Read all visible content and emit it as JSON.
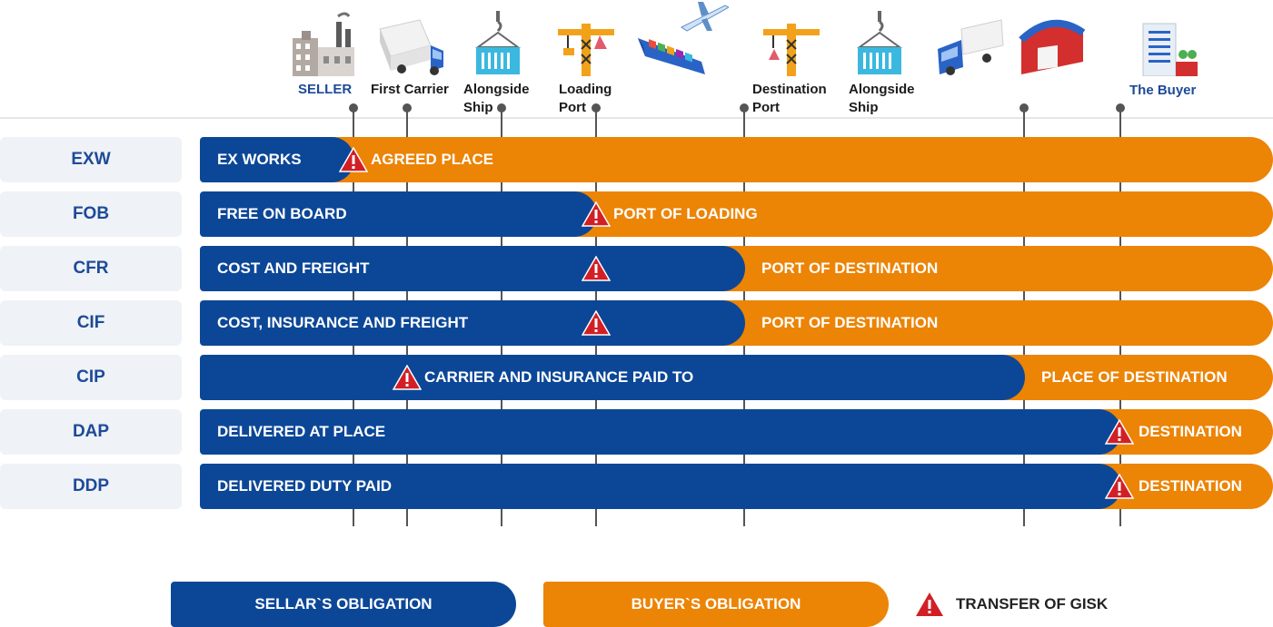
{
  "stages": [
    {
      "key": "seller",
      "label": "SELLER",
      "accent": "blue"
    },
    {
      "key": "first_carrier",
      "label": "First Carrier"
    },
    {
      "key": "alongside_ship_1",
      "label": "Alongside\nShip"
    },
    {
      "key": "loading_port",
      "label": "Loading\nPort"
    },
    {
      "key": "destination_port",
      "label": "Destination\nPort"
    },
    {
      "key": "alongside_ship_2",
      "label": "Alongside\nShip"
    },
    {
      "key": "buyer",
      "label": "The Buyer",
      "accent": "blue"
    }
  ],
  "icons": [
    "factory-icon",
    "truck-icon",
    "container-crane-icon",
    "port-crane-icon",
    "cargo-ship-icon",
    "airplane-icon",
    "port-crane-icon",
    "container-crane-icon",
    "truck-icon",
    "warehouse-icon",
    "office-building-icon"
  ],
  "terms": [
    {
      "code": "EXW",
      "seller_text": "EX WORKS",
      "buyer_text": "AGREED PLACE"
    },
    {
      "code": "FOB",
      "seller_text": "FREE ON BOARD",
      "buyer_text": "PORT OF LOADING"
    },
    {
      "code": "CFR",
      "seller_text": "COST AND FREIGHT",
      "buyer_text": "PORT OF DESTINATION"
    },
    {
      "code": "CIF",
      "seller_text": "COST, INSURANCE AND FREIGHT",
      "buyer_text": "PORT OF DESTINATION"
    },
    {
      "code": "CIP",
      "seller_text": "CARRIER AND INSURANCE PAID TO",
      "buyer_text": "PLACE OF DESTINATION"
    },
    {
      "code": "DAP",
      "seller_text": "DELIVERED AT PLACE",
      "buyer_text": "DESTINATION"
    },
    {
      "code": "DDP",
      "seller_text": "DELIVERED DUTY PAID",
      "buyer_text": "DESTINATION"
    }
  ],
  "legend": {
    "seller": "SELLAR`S OBLIGATION",
    "buyer": "BUYER`S OBLIGATION",
    "risk": "TRANSFER OF GISK"
  },
  "colors": {
    "seller": "#0c4797",
    "buyer": "#ec8406",
    "risk": "#d21f26",
    "label_blue": "#1d4a98"
  }
}
